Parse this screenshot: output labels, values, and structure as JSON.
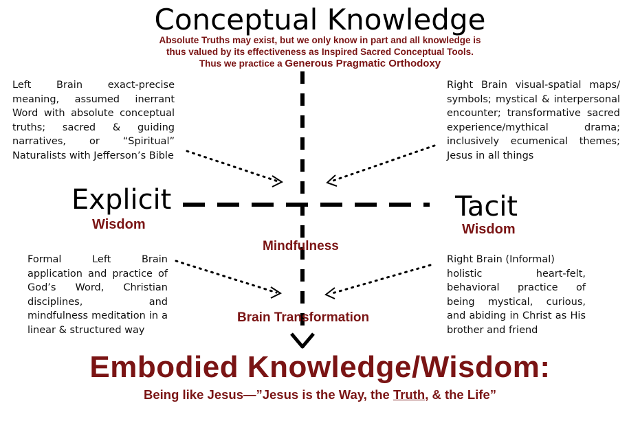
{
  "title": "Conceptual Knowledge",
  "subtitle": {
    "line1": "Absolute Truths may exist, but we only know in part and all knowledge is",
    "line2": "thus valued by its effectiveness as Inspired Sacred Conceptual Tools.",
    "line3_prefix": "Thus we practice a ",
    "line3_emphasis": "Generous Pragmatic Orthodoxy"
  },
  "top_left_note": "Left Brain exact-precise meaning, assumed inerrant Word with absolute conceptual truths; sacred & guiding narratives, or “Spiritual” Naturalists with Jefferson’s Bible",
  "top_right_note": "Right Brain visual-spatial maps/ symbols; mystical & interpersonal encounter; transformative sacred experience/mythical drama; inclusively ecumenical themes; Jesus in all things",
  "explicit": {
    "label": "Explicit",
    "sub": "Wisdom"
  },
  "tacit": {
    "label": "Tacit",
    "sub": "Wisdom"
  },
  "mindfulness": "Mindfulness",
  "brain_transformation": "Brain Transformation",
  "bottom_left_note": "Formal Left Brain application and practice of God’s Word, Christian disciplines, and mindfulness meditation in a linear & structured way",
  "bottom_right_note_line1": "Right Brain (Informal)",
  "bottom_right_note_rest": "holistic heart-felt, behavioral practice of being mystical, curious, and abiding in Christ as His brother and friend",
  "embodied": "Embodied Knowledge/Wisdom:",
  "tagline": {
    "prefix": "Being like Jesus—”Jesus is the Way, the ",
    "underlined": "Truth",
    "suffix": ", & the Life”"
  }
}
